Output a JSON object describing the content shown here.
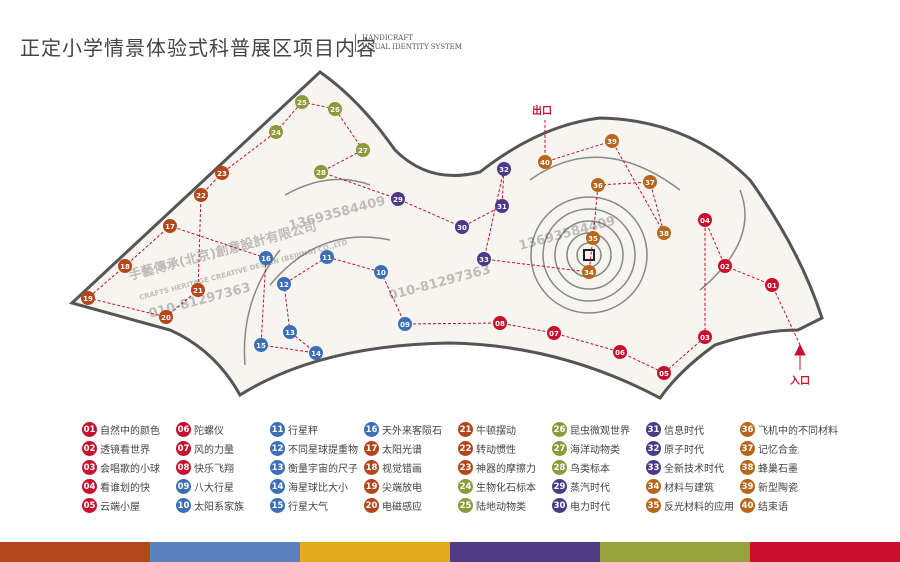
{
  "header": {
    "title": "正定小学情景体验式科普展区项目内容",
    "sub1": "HANDICRAFT",
    "sub2": "VISUAL IDENTITY SYSTEM"
  },
  "map": {
    "exit": "出口",
    "entrance": "入口",
    "watermark": {
      "cn": "手藝傳承(北京)創意設計有限公司",
      "en": "CRAFTS HERITAGE CREATIVE DESIGN (BEIJING) CO.,LTD",
      "phone1": "010-81297363",
      "phone2": "13693584409"
    }
  },
  "colors": {
    "red": "#c8102e",
    "blue": "#3d6fb6",
    "rust": "#b4461c",
    "olive": "#8d9a3b",
    "purple": "#4a3a88",
    "brown": "#b8661b"
  },
  "bottom_bar": [
    "#b4461c",
    "#5b82be",
    "#e3ac1f",
    "#4f3e85",
    "#94a33c",
    "#c8102e"
  ],
  "legend": [
    {
      "n": "01",
      "label": "自然中的颜色",
      "c": "red"
    },
    {
      "n": "02",
      "label": "透镜看世界",
      "c": "red"
    },
    {
      "n": "03",
      "label": "会唱歌的小球",
      "c": "red"
    },
    {
      "n": "04",
      "label": "看谁划的快",
      "c": "red"
    },
    {
      "n": "05",
      "label": "云端小屋",
      "c": "red"
    },
    {
      "n": "06",
      "label": "陀螺仪",
      "c": "red"
    },
    {
      "n": "07",
      "label": "风的力量",
      "c": "red"
    },
    {
      "n": "08",
      "label": "快乐飞翔",
      "c": "red"
    },
    {
      "n": "09",
      "label": "八大行星",
      "c": "blue"
    },
    {
      "n": "10",
      "label": "太阳系家族",
      "c": "blue"
    },
    {
      "n": "11",
      "label": "行星秤",
      "c": "blue"
    },
    {
      "n": "12",
      "label": "不同星球提重物",
      "c": "blue"
    },
    {
      "n": "13",
      "label": "衡量宇宙的尺子",
      "c": "blue"
    },
    {
      "n": "14",
      "label": "海星球比大小",
      "c": "blue"
    },
    {
      "n": "15",
      "label": "行星大气",
      "c": "blue"
    },
    {
      "n": "16",
      "label": "天外来客陨石",
      "c": "blue"
    },
    {
      "n": "17",
      "label": "太阳光谱",
      "c": "rust"
    },
    {
      "n": "18",
      "label": "视觉错画",
      "c": "rust"
    },
    {
      "n": "19",
      "label": "尖端放电",
      "c": "rust"
    },
    {
      "n": "20",
      "label": "电磁感应",
      "c": "rust"
    },
    {
      "n": "21",
      "label": "牛顿摆动",
      "c": "rust"
    },
    {
      "n": "22",
      "label": "转动惯性",
      "c": "rust"
    },
    {
      "n": "23",
      "label": "神器的摩擦力",
      "c": "rust"
    },
    {
      "n": "24",
      "label": "生物化石标本",
      "c": "olive"
    },
    {
      "n": "25",
      "label": "陆地动物类",
      "c": "olive"
    },
    {
      "n": "26",
      "label": "昆虫微观世界",
      "c": "olive"
    },
    {
      "n": "27",
      "label": "海洋动物类",
      "c": "olive"
    },
    {
      "n": "28",
      "label": "鸟类标本",
      "c": "olive"
    },
    {
      "n": "29",
      "label": "蒸汽时代",
      "c": "purple"
    },
    {
      "n": "30",
      "label": "电力时代",
      "c": "purple"
    },
    {
      "n": "31",
      "label": "信息时代",
      "c": "purple"
    },
    {
      "n": "32",
      "label": "原子时代",
      "c": "purple"
    },
    {
      "n": "33",
      "label": "全新技术时代",
      "c": "purple"
    },
    {
      "n": "34",
      "label": "材料与建筑",
      "c": "brown"
    },
    {
      "n": "35",
      "label": "反光材料的应用",
      "c": "brown"
    },
    {
      "n": "36",
      "label": "飞机中的不同材料",
      "c": "brown"
    },
    {
      "n": "37",
      "label": "记忆合金",
      "c": "brown"
    },
    {
      "n": "38",
      "label": "蜂巢石墨",
      "c": "brown"
    },
    {
      "n": "39",
      "label": "新型陶瓷",
      "c": "brown"
    },
    {
      "n": "40",
      "label": "结束语",
      "c": "brown"
    }
  ]
}
